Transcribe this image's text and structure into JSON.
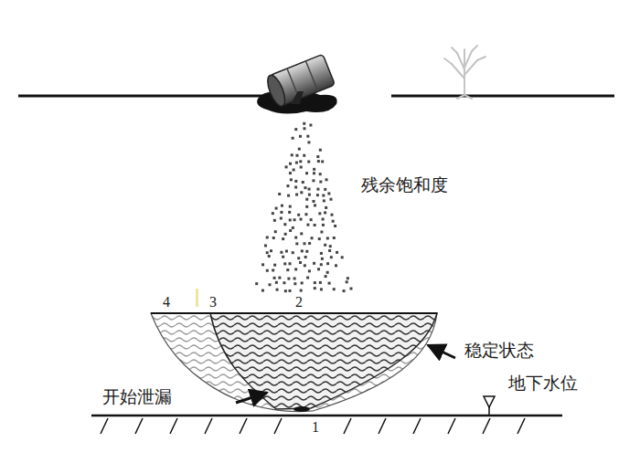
{
  "diagram": {
    "labels": [
      "残余饱和度",
      "4",
      "3",
      "2",
      "稳定状态",
      "开始泄漏",
      "地下水位",
      "1"
    ]
  }
}
